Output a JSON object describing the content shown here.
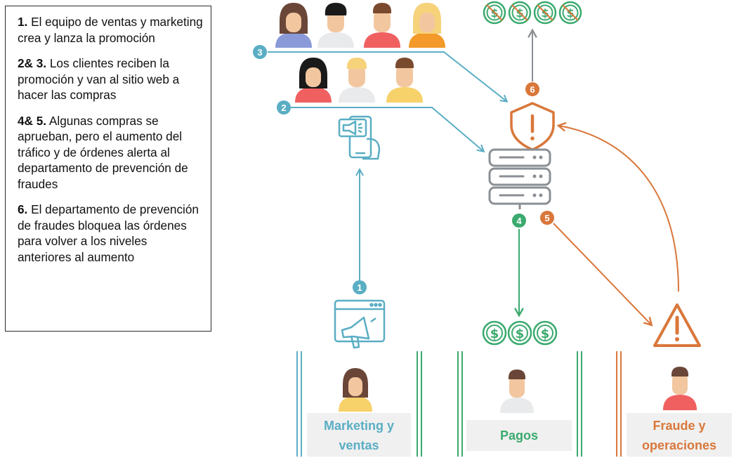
{
  "steps": [
    {
      "num": "1.",
      "text": " El equipo de ventas y marketing crea y lanza la promoción"
    },
    {
      "num": "2& 3.",
      "text": " Los clientes reciben la promoción y van al sitio web a hacer las compras"
    },
    {
      "num": "4& 5.",
      "text": " Algunas compras se aprueban, pero el aumento del tráfico y de órdenes alerta al departamento de prevención de fraudes"
    },
    {
      "num": "6.",
      "text": " El departamento de prevención de fraudes bloquea las órdenes para volver a los niveles anteriores al aumento"
    }
  ],
  "badges": {
    "b1": "1",
    "b2": "2",
    "b3": "3",
    "b4": "4",
    "b5": "5",
    "b6": "6"
  },
  "departments": {
    "marketing": "Marketing y ventas",
    "payments": "Pagos",
    "fraud": "Fraude y operaciones"
  },
  "colors": {
    "teal": "#5aaec4",
    "green": "#3aaa6e",
    "orange": "#d9773a",
    "gray": "#8a8f94"
  },
  "icons": [
    "person-icon",
    "dollar-coin-icon",
    "shield-alert-icon",
    "server-icon",
    "phone-megaphone-icon",
    "browser-megaphone-icon",
    "warning-triangle-icon"
  ]
}
